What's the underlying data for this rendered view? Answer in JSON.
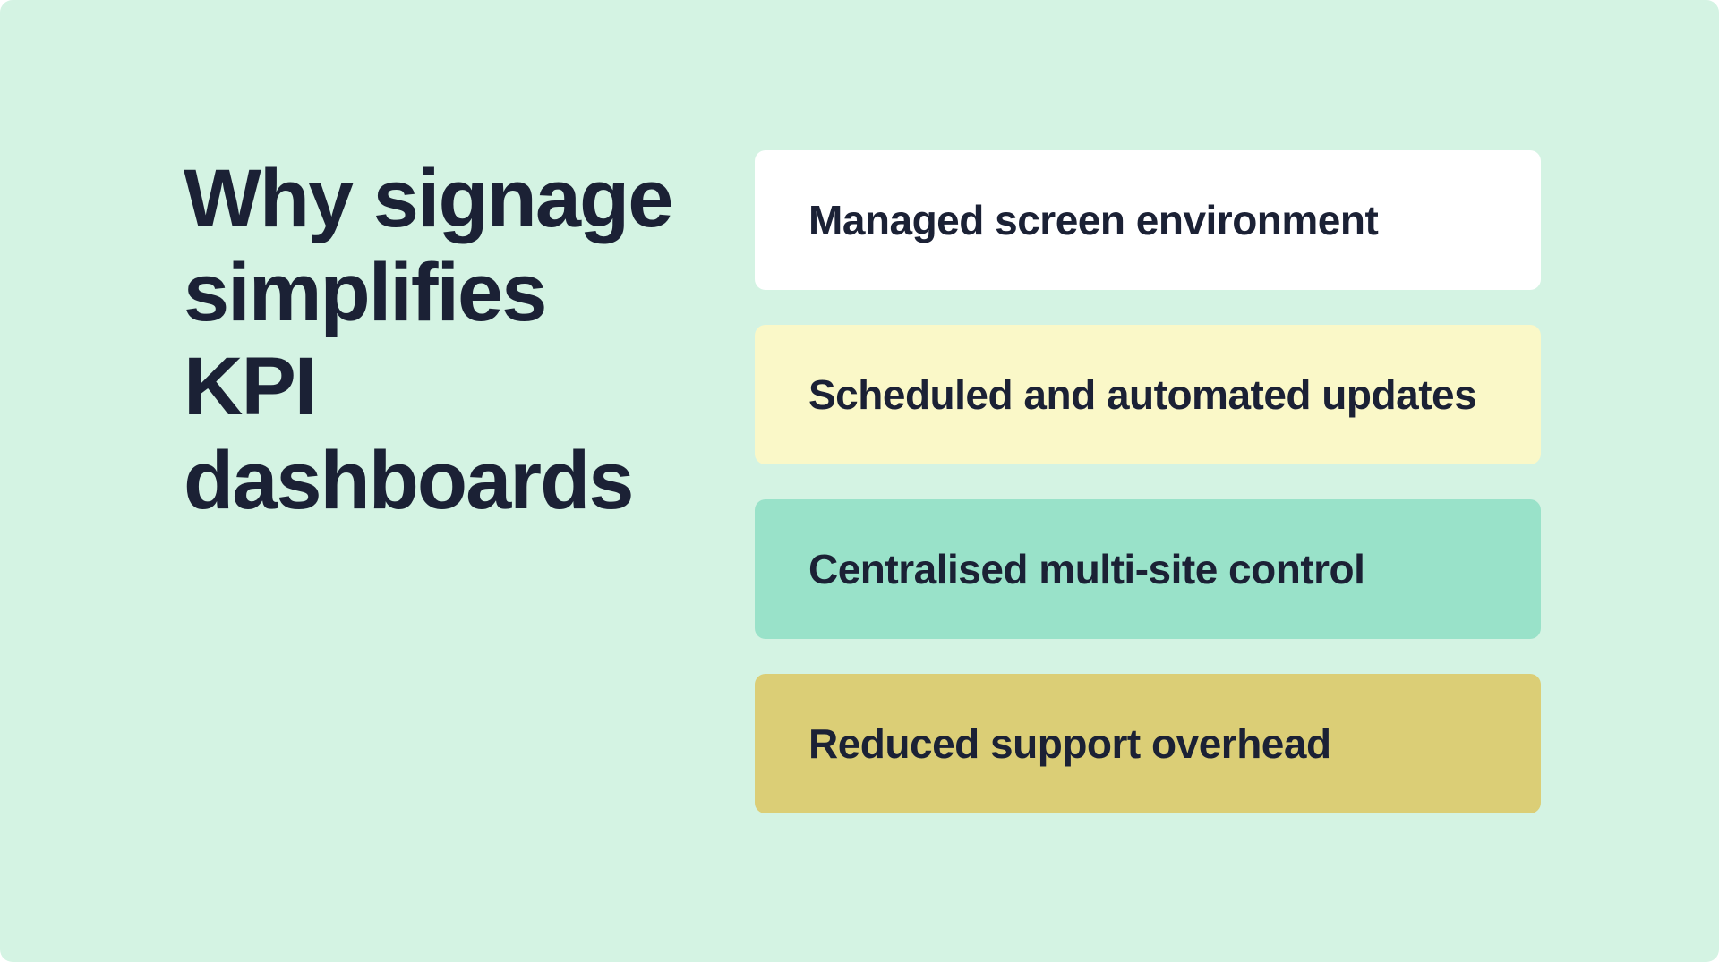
{
  "slide": {
    "background_color": "#d4f3e3",
    "text_color": "#1b2135"
  },
  "title": {
    "text": "Why signage simplifies KPI dashboards",
    "lines": [
      "Why signage",
      "simplifies",
      "KPI",
      "dashboards"
    ]
  },
  "cards": [
    {
      "label": "Managed screen environment",
      "bg": "#ffffff"
    },
    {
      "label": "Scheduled and automated updates",
      "bg": "#faf8c8"
    },
    {
      "label": "Centralised multi-site control",
      "bg": "#99e2c9"
    },
    {
      "label": "Reduced support overhead",
      "bg": "#dbce76"
    }
  ]
}
